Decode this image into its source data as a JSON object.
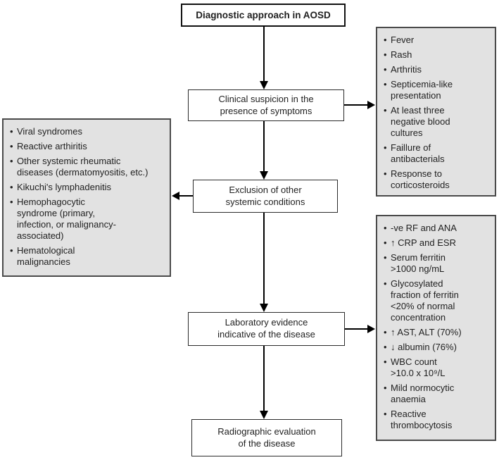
{
  "title": "Diagnostic approach in AOSD",
  "nodes": {
    "clinical": "Clinical suspicion in the\npresence of symptoms",
    "exclusion": "Exclusion of other\nsystemic conditions",
    "laboratory": "Laboratory evidence\nindicative of the disease",
    "radiographic": "Radiographic evaluation\nof the disease"
  },
  "side_panels": {
    "symptoms": {
      "items": [
        "Fever",
        "Rash",
        "Arthritis",
        "Septicemia-like\npresentation",
        "At least three\nnegative blood\ncultures",
        "Faillure of\nantibacterials",
        "Response to\ncorticosteroids"
      ]
    },
    "differentials": {
      "items": [
        "Viral syndromes",
        "Reactive arthiritis",
        "Other systemic rheumatic\ndiseases (dermatomyositis, etc.)",
        "Kikuchi's lymphadenitis",
        "Hemophagocytic\nsyndrome (primary,\ninfection, or malignancy-\nassociated)",
        "Hematological\nmalignancies"
      ]
    },
    "lab_findings": {
      "items": [
        "-ve RF and ANA",
        "↑ CRP and ESR",
        "Serum ferritin\n>1000 ng/mL",
        "Glycosylated\nfraction of ferritin\n<20% of normal\nconcentration",
        "↑ AST, ALT (70%)",
        "↓ albumin (76%)",
        "WBC count\n>10.0 x 10⁹/L",
        "Mild normocytic\nanaemia",
        "Reactive\nthrombocytosis"
      ]
    }
  },
  "colors": {
    "background": "#ffffff",
    "panel_fill": "#e2e2e2",
    "panel_border": "#4a4a4a",
    "node_border": "#2b2b2b",
    "connector": "#000000",
    "text": "#1f1f1f"
  }
}
